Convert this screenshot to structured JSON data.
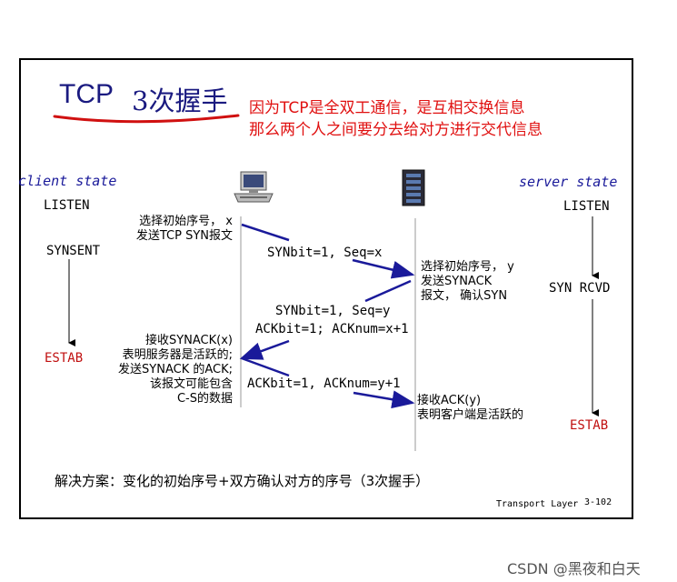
{
  "title": {
    "en": "TCP",
    "cn": "3次握手"
  },
  "note": {
    "line1": "因为TCP是全双工通信，是互相交换信息",
    "line2": "那么两个人之间要分去给对方进行交代信息"
  },
  "client": {
    "header": "client state",
    "states": [
      "LISTEN",
      "SYNSENT",
      "ESTAB"
    ],
    "action1": [
      "选择初始序号， x",
      "发送TCP SYN报文"
    ],
    "action2": [
      "接收SYNACK(x)",
      "表明服务器是活跃的;",
      "发送SYNACK 的ACK;",
      "该报文可能包含",
      "C-S的数据"
    ]
  },
  "server": {
    "header": "server state",
    "states": [
      "LISTEN",
      "SYN RCVD",
      "ESTAB"
    ],
    "action1": [
      "选择初始序号， y",
      "发送SYNACK",
      "报文， 确认SYN"
    ],
    "action2": [
      "接收ACK(y)",
      "表明客户端是活跃的"
    ]
  },
  "messages": {
    "syn": "SYNbit=1, Seq=x",
    "synack_1": "SYNbit=1, Seq=y",
    "synack_2": "ACKbit=1; ACKnum=x+1",
    "ack": "ACKbit=1, ACKnum=y+1"
  },
  "conclusion": "解决方案：变化的初始序号+双方确认对方的序号（3次握手）",
  "footer": {
    "label": "Transport Layer",
    "page": "3-102"
  },
  "watermark": "CSDN @黑夜和白天",
  "colors": {
    "title": "#1a1a80",
    "note": "#e01010",
    "arrow": "#1a1a9a",
    "estab": "#c01010"
  },
  "icons": {
    "client": "desktop-computer-icon",
    "server": "server-rack-icon"
  }
}
